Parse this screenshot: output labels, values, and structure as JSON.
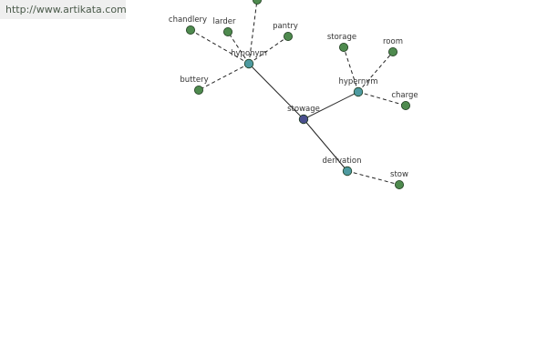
{
  "header": {
    "url": "http://www.artikata.com"
  },
  "colors": {
    "center": "#4a4f8e",
    "relation": "#4e9aa0",
    "leaf": "#4e8a4e"
  },
  "graph": {
    "center": {
      "label": "stowage"
    },
    "relations": [
      {
        "id": "hyponym",
        "label": "hyponym"
      },
      {
        "id": "hypernym",
        "label": "hypernym"
      },
      {
        "id": "derivation",
        "label": "derivation"
      }
    ],
    "leaves": [
      {
        "id": "chandlery",
        "label": "chandlery"
      },
      {
        "id": "larder",
        "label": "larder"
      },
      {
        "id": "pantry",
        "label": "pantry"
      },
      {
        "id": "buttery",
        "label": "buttery"
      },
      {
        "id": "offscreen",
        "label": ""
      },
      {
        "id": "storage",
        "label": "storage"
      },
      {
        "id": "room",
        "label": "room"
      },
      {
        "id": "charge",
        "label": "charge"
      },
      {
        "id": "stow",
        "label": "stow"
      }
    ]
  }
}
